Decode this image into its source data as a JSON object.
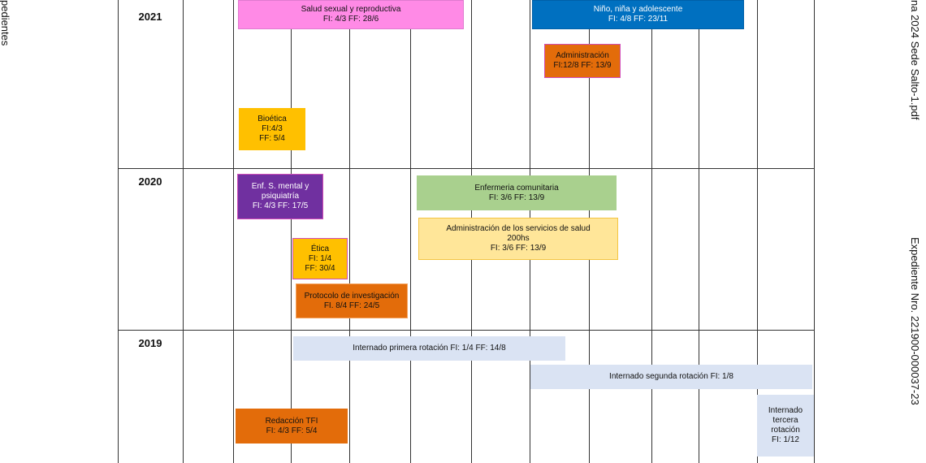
{
  "margin_text": {
    "left": "pedientes",
    "right_top": "na 2024 Sede Salto-1.pdf",
    "right_bottom": "Expediente Nro. 221900-000037-23"
  },
  "years": [
    "2021",
    "2020",
    "2019"
  ],
  "bars": [
    {
      "id": "salud-sexual",
      "text": "Salud sexual y reproductiva\nFI: 4/3 FF: 28/6",
      "color": "#ff8ae6",
      "border": "#e07ad0"
    },
    {
      "id": "nino",
      "text": "Niño, niña y adolescente\nFI: 4/8 FF: 23/11",
      "color": "#0070c0",
      "border": "#0060a8"
    },
    {
      "id": "administracion-2021",
      "text": "Administración\nFI:12/8 FF: 13/9",
      "color": "#e36c0a",
      "border": "#d14db8"
    },
    {
      "id": "bioetica",
      "text": "Bioética\nFI:4/3\nFF: 5/4",
      "color": "#ffc000",
      "border": "#ffc000"
    },
    {
      "id": "enf-mental",
      "text": "Enf. S. mental y\npsiquiatría\nFI: 4/3 FF: 17/5",
      "color": "#7030a0",
      "border": "#d14db8"
    },
    {
      "id": "enf-comunitaria",
      "text": "Enfermeria comunitaria\nFI: 3/6 FF: 13/9",
      "color": "#a9d08e",
      "border": "#a9d08e"
    },
    {
      "id": "adm-servicios",
      "text": "Administración de los servicios de salud\n200hs\nFI: 3/6 FF: 13/9",
      "color": "#ffe699",
      "border": "#f4c542"
    },
    {
      "id": "etica",
      "text": "Ética\nFI: 1/4\nFF: 30/4",
      "color": "#ffc000",
      "border": "#d14db8"
    },
    {
      "id": "protocolo",
      "text": "Protocolo de investigación\nFI. 8/4 FF: 24/5",
      "color": "#e36c0a",
      "border": "#f4a460"
    },
    {
      "id": "internado-1",
      "text": "Internado primera rotación FI: 1/4 FF: 14/8",
      "color": "#dae3f3",
      "border": "#dae3f3"
    },
    {
      "id": "internado-2",
      "text": "Internado segunda rotación FI: 1/8",
      "color": "#dae3f3",
      "border": "#dae3f3"
    },
    {
      "id": "redaccion",
      "text": "Redacción TFI\nFI: 4/3 FF: 5/4",
      "color": "#e36c0a",
      "border": "#e36c0a"
    },
    {
      "id": "internado-3",
      "text": "Internado\ntercera\nrotación\nFI: 1/12",
      "color": "#dae3f3",
      "border": "#dae3f3"
    }
  ]
}
